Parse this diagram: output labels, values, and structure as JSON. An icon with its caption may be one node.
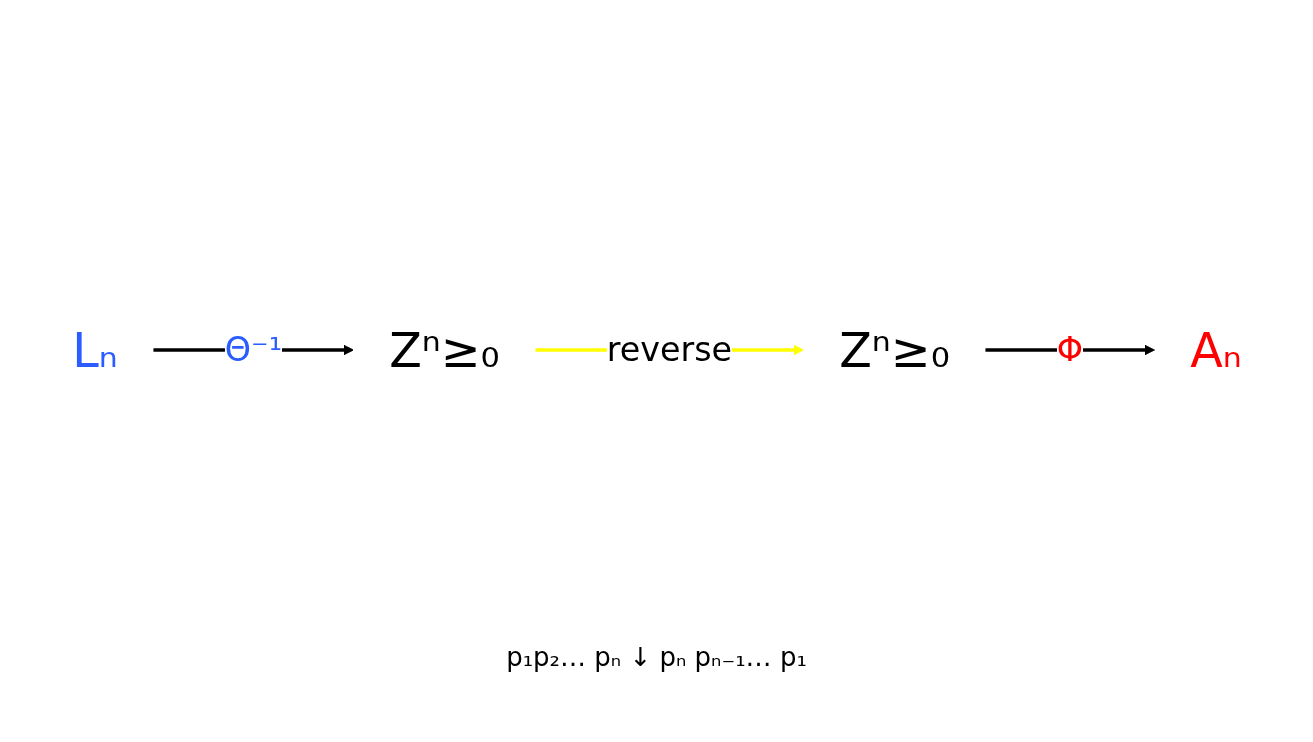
{
  "diagram": {
    "nodes": [
      {
        "text": [
          "Lₙ"
        ]
      },
      {
        "text": [
          "Zⁿ≥₀"
        ]
      },
      {
        "text": [
          "Zⁿ≥₀"
        ]
      },
      {
        "text": [
          "Aₙ"
        ]
      }
    ],
    "edges": [
      {
        "from": 0,
        "to": 1,
        "arrow": "to",
        "label": "Θ⁻¹"
      },
      {
        "from": 1,
        "to": 2,
        "arrow": "to",
        "label": "reverse",
        "color": "#ffff00"
      },
      {
        "from": 2,
        "to": 3,
        "arrow": "to",
        "label": "Φ"
      }
    ],
    "labels": [
      "p₁p₂… pₙ ↓ pₙ pₙ₋₁… p₁"
    ]
  }
}
